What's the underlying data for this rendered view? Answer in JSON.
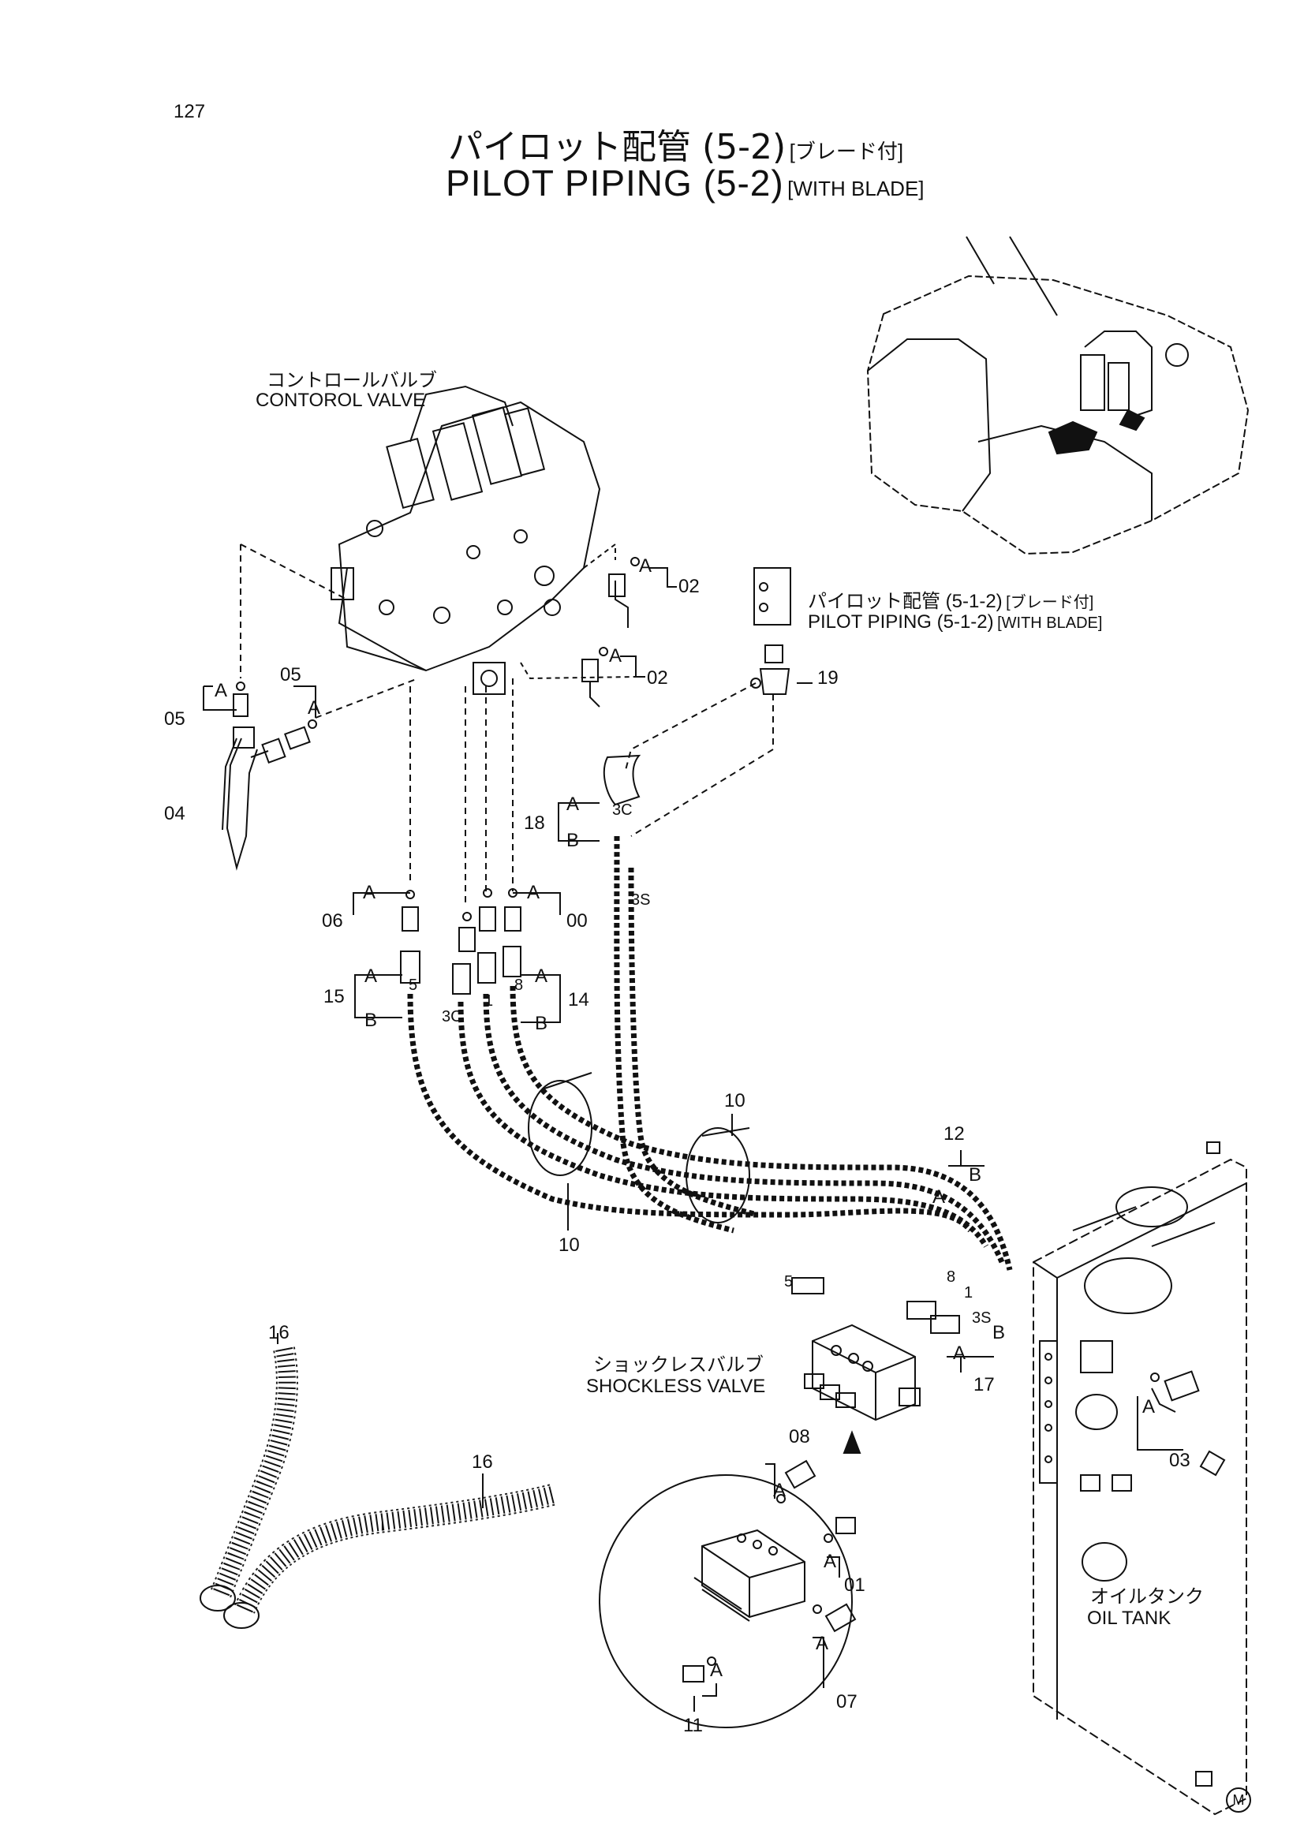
{
  "page_number": "127",
  "title": {
    "jp_main": "パイロット配管 (5-2)",
    "jp_tag": "[ブレード付]",
    "en_main": "PILOT PIPING (5-2)",
    "en_tag": "[WITH BLADE]"
  },
  "component_labels": {
    "control_valve_jp": "コントロールバルブ",
    "control_valve_en": "CONTOROL VALVE",
    "shockless_valve_jp": "ショックレスバルブ",
    "shockless_valve_en": "SHOCKLESS VALVE",
    "oil_tank_jp": "オイルタンク",
    "oil_tank_en": "OIL TANK",
    "ref_jp_main": "パイロット配管 (5-1-2)",
    "ref_jp_tag": "[ブレード付]",
    "ref_en_main": "PILOT PIPING (5-1-2)",
    "ref_en_tag": "[WITH BLADE]"
  },
  "callouts": {
    "c02a": "02",
    "c02b": "02",
    "c05a": "05",
    "c05b": "05",
    "c04": "04",
    "c19": "19",
    "c18": "18",
    "c06": "06",
    "c00": "00",
    "c15": "15",
    "c14": "14",
    "c10a": "10",
    "c10b": "10",
    "c12": "12",
    "c17": "17",
    "c16a": "16",
    "c16b": "16",
    "c08": "08",
    "c01": "01",
    "c07": "07",
    "c11": "11",
    "c03": "03"
  },
  "letters": {
    "A": "A",
    "B": "B"
  },
  "hose_codes": {
    "h3c": "3C",
    "h3s": "3S",
    "h5": "5",
    "h8": "8",
    "h1": "1",
    "h3c2": "3C",
    "h3s2": "3S",
    "h8b": "8",
    "h1b": "1",
    "h5b": "5"
  },
  "mark": "M"
}
